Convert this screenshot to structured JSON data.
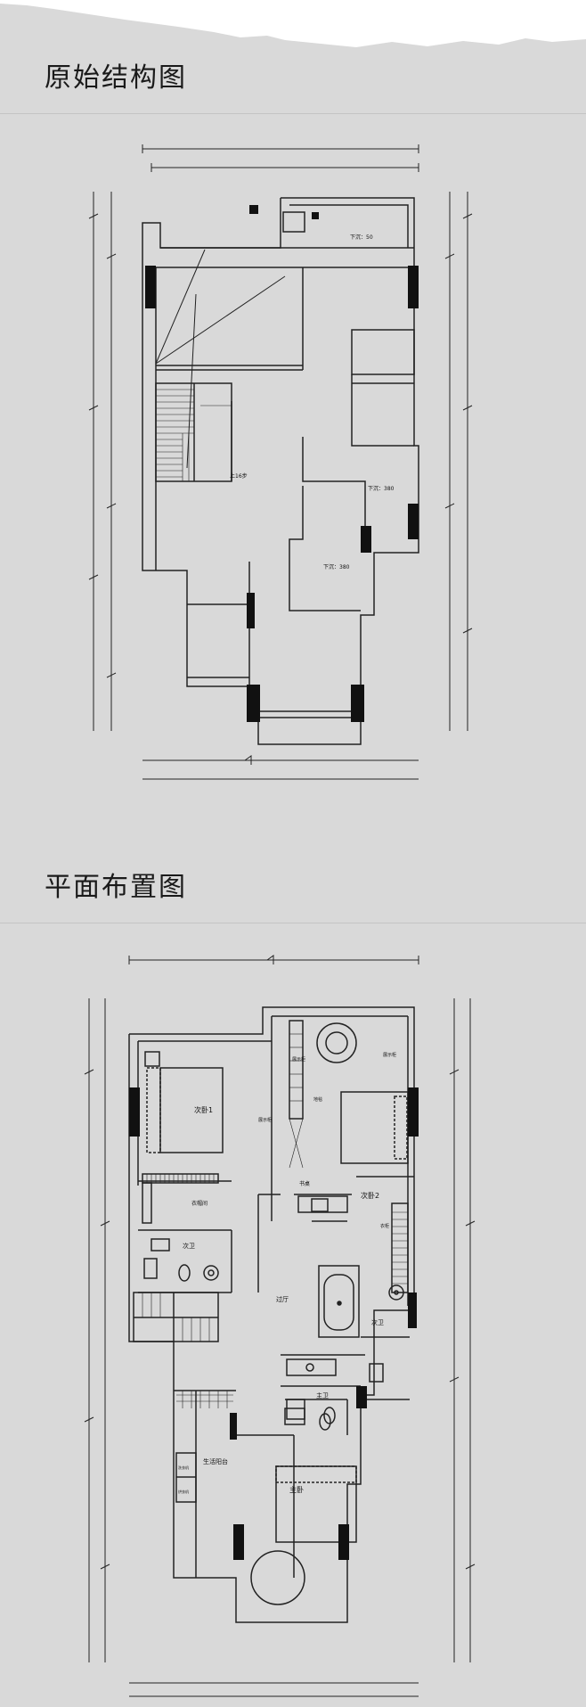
{
  "section1": {
    "title": "原始结构图",
    "labels": {
      "down1": "下沉：50",
      "down2": "下沉：380",
      "down3": "下沉：380",
      "stairs": "上16步"
    }
  },
  "section2": {
    "title": "平面布置图",
    "rooms": {
      "bed1": "次卧1",
      "bed2": "次卧2",
      "master": "主卧",
      "bath_sec1": "次卫",
      "bath_sec2": "次卫",
      "bath_master": "主卫",
      "corridor": "过厅",
      "balcony": "生活阳台",
      "desk": "书桌",
      "cabinet_wardrobe": "衣帽间",
      "display1": "展示柜",
      "display2": "展示柜",
      "display3": "展示柜",
      "carpet": "地毯",
      "wardrobe": "衣柜",
      "laundry1": "洗衣机",
      "laundry2": "烘衣机"
    }
  }
}
